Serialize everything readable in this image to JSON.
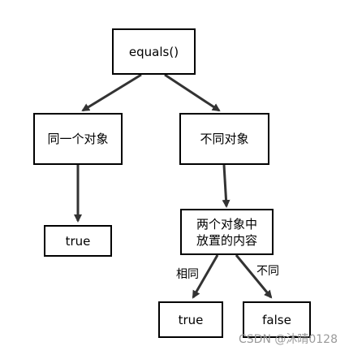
{
  "nodes": {
    "root": "equals()",
    "same_object": "同一个对象",
    "different_object": "不同对象",
    "same_true": "true",
    "compare_content": "两个对象中\n放置的内容",
    "content_true": "true",
    "content_false": "false"
  },
  "edges": {
    "same_label": "相同",
    "different_label": "不同"
  },
  "watermark": "CSDN @沐晴0128",
  "colors": {
    "stroke": "#333333",
    "watermark": "#9a9a9a"
  }
}
